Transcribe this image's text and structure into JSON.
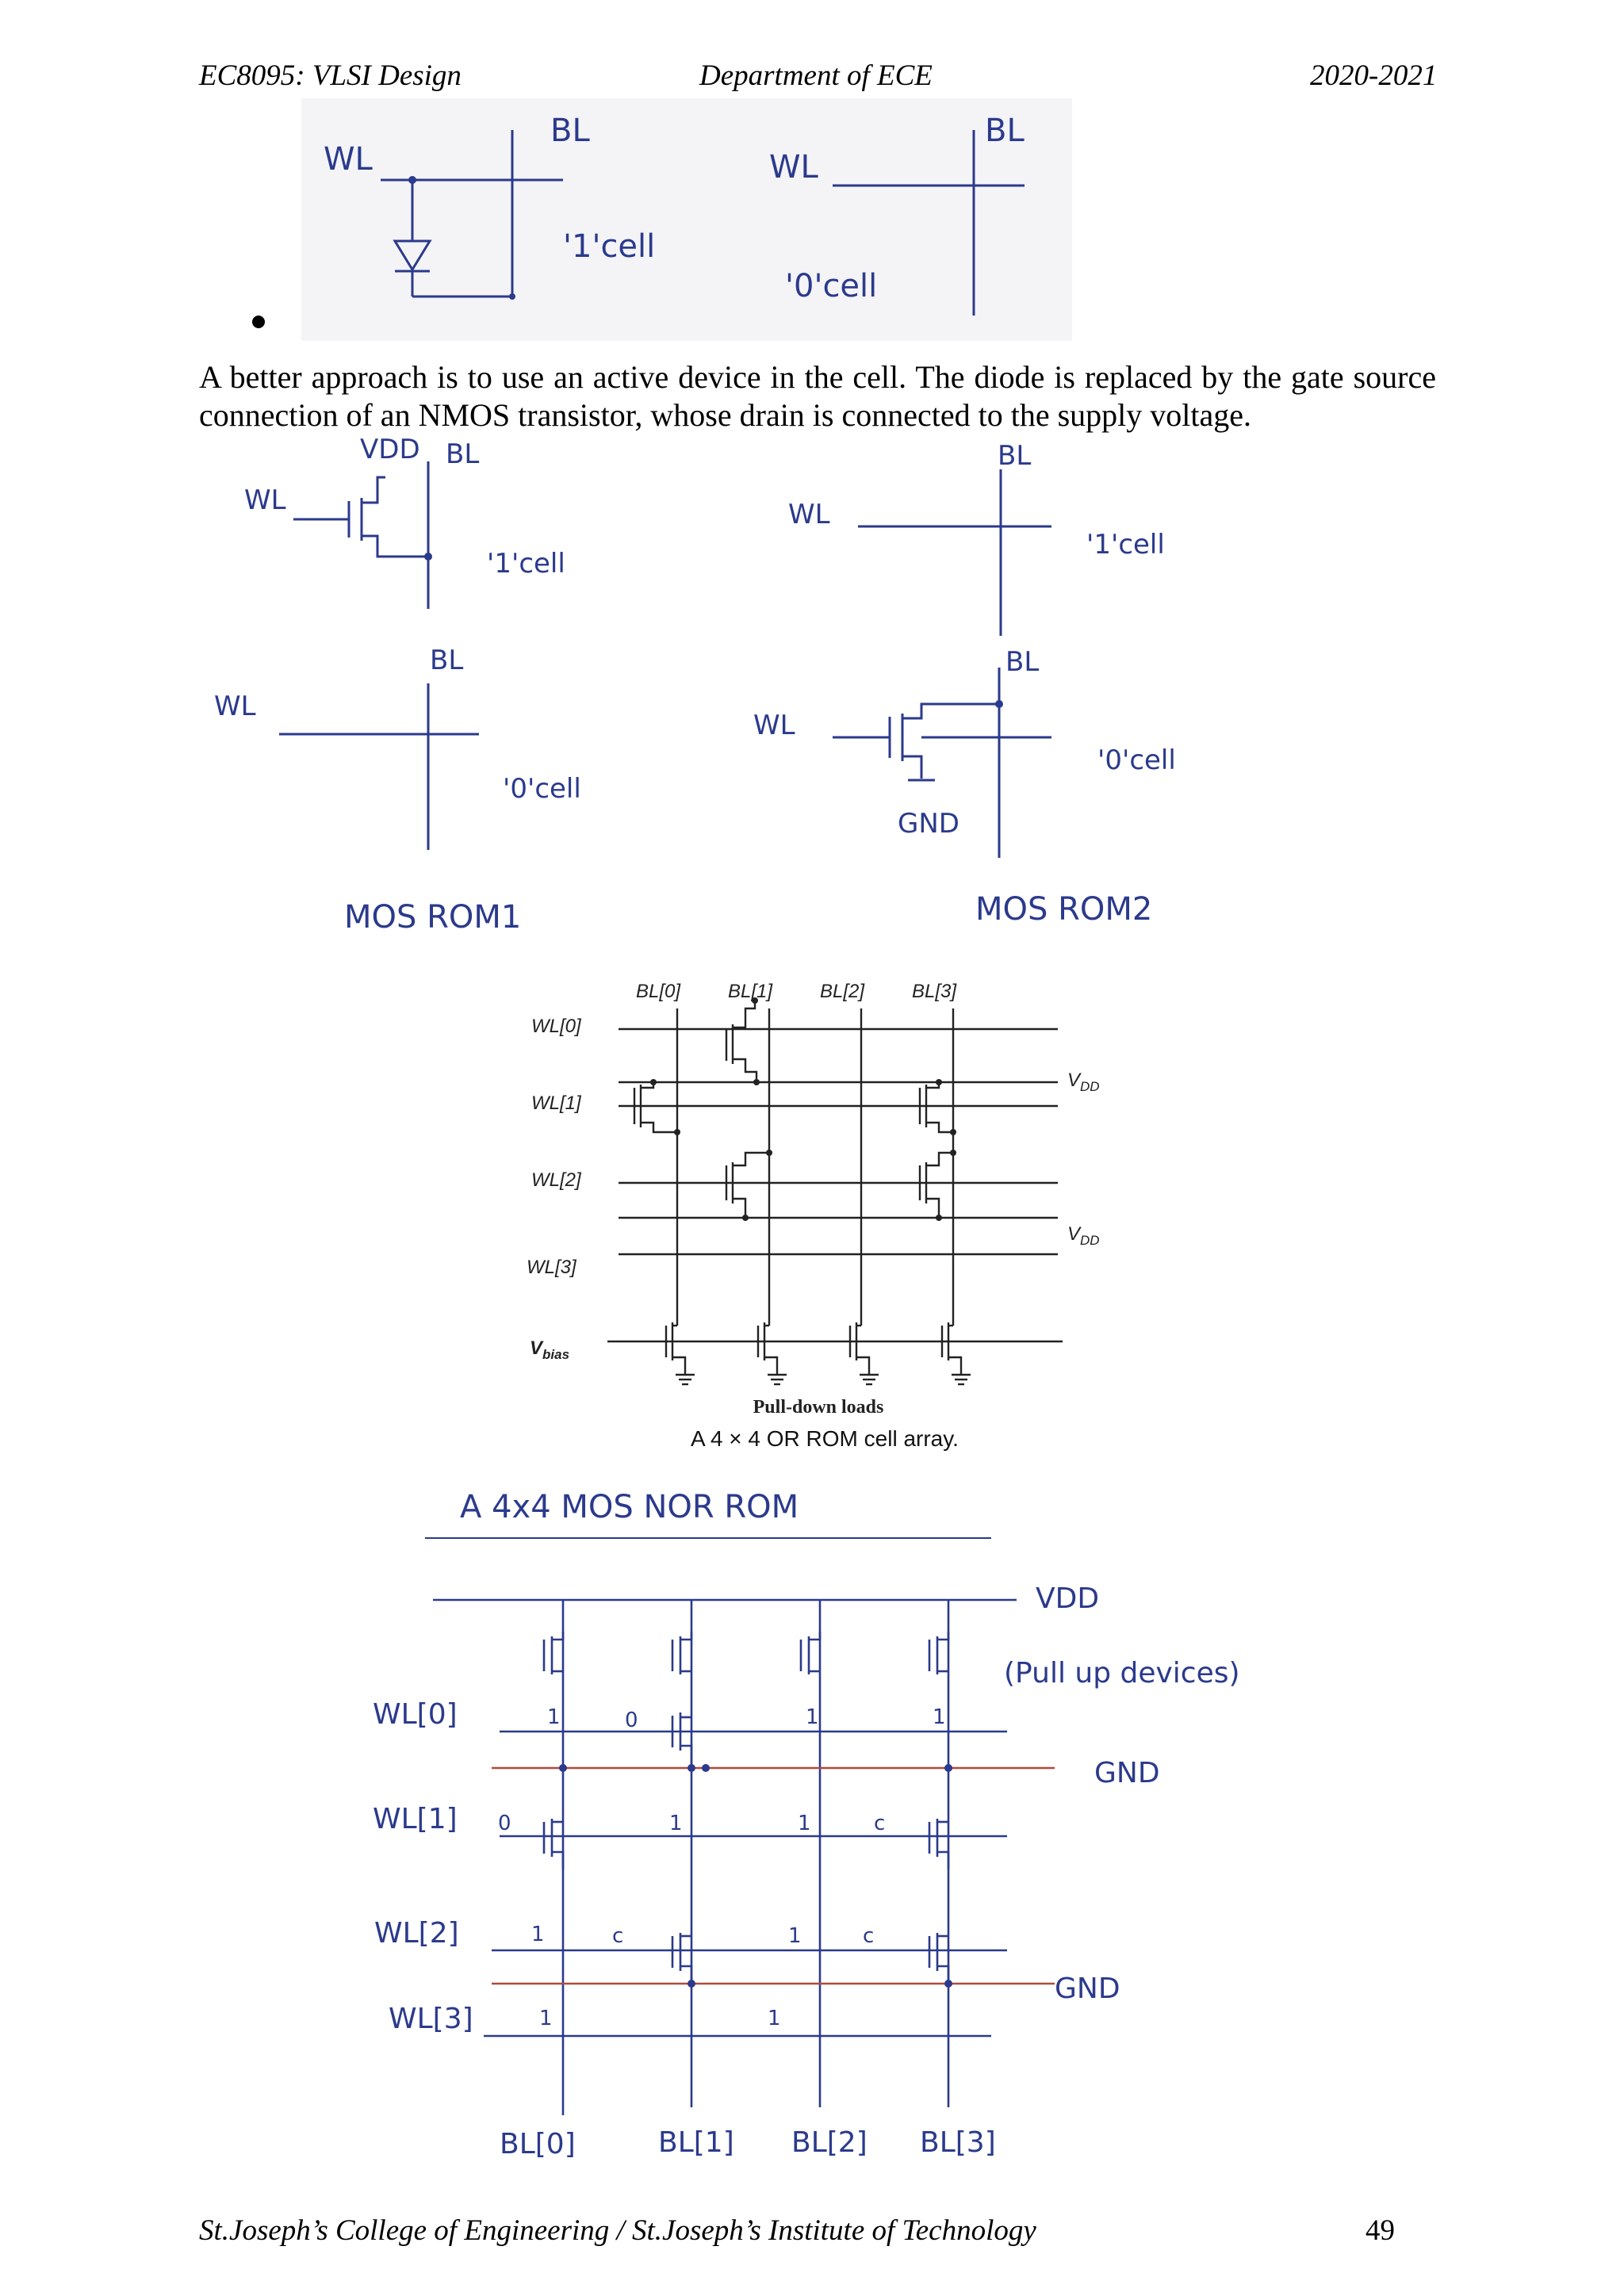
{
  "header": {
    "course": "EC8095: VLSI Design",
    "department": "Department of ECE",
    "year": "2020-2021"
  },
  "paragraph": "A better approach is to use an active device in the cell. The diode is replaced by the gate source connection of an NMOS transistor, whose drain is connected to the supply voltage.",
  "figure_diode": {
    "wl": "WL",
    "bl": "BL",
    "one_cell": "'1'cell",
    "zero_cell": "'0'cell"
  },
  "figure_nmos": {
    "vdd": "VDD",
    "bl": "BL",
    "wl": "WL",
    "one_cell": "'1'cell",
    "zero_cell": "'0'cell",
    "gnd": "GND",
    "rom1": "MOS ROM1",
    "rom2": "MOS ROM2"
  },
  "figure_or_rom": {
    "bl_labels": [
      "BL[0]",
      "BL[1]",
      "BL[2]",
      "BL[3]"
    ],
    "wl_labels": [
      "WL[0]",
      "WL[1]",
      "WL[2]",
      "WL[3]"
    ],
    "vdd": "V",
    "vdd_sub": "DD",
    "vbias": "V",
    "vbias_sub": "bias",
    "pulldown": "Pull-down loads",
    "caption": "A 4 × 4 OR ROM cell array."
  },
  "figure_nor_rom": {
    "title": "A 4x4 MOS NOR ROM",
    "vdd": "VDD",
    "pullup": "(Pull up devices)",
    "gnd": "GND",
    "wl_labels": [
      "WL[0]",
      "WL[1]",
      "WL[2]",
      "WL[3]"
    ],
    "bl_labels": [
      "BL[0]",
      "BL[1]",
      "BL[2]",
      "BL[3]"
    ]
  },
  "footer": {
    "institution": "St.Joseph’s College of Engineering / St.Joseph’s Institute of Technology",
    "page": "49"
  },
  "colors": {
    "ink_blue": "#2b3a8c",
    "hand_red": "#b04a3a"
  }
}
